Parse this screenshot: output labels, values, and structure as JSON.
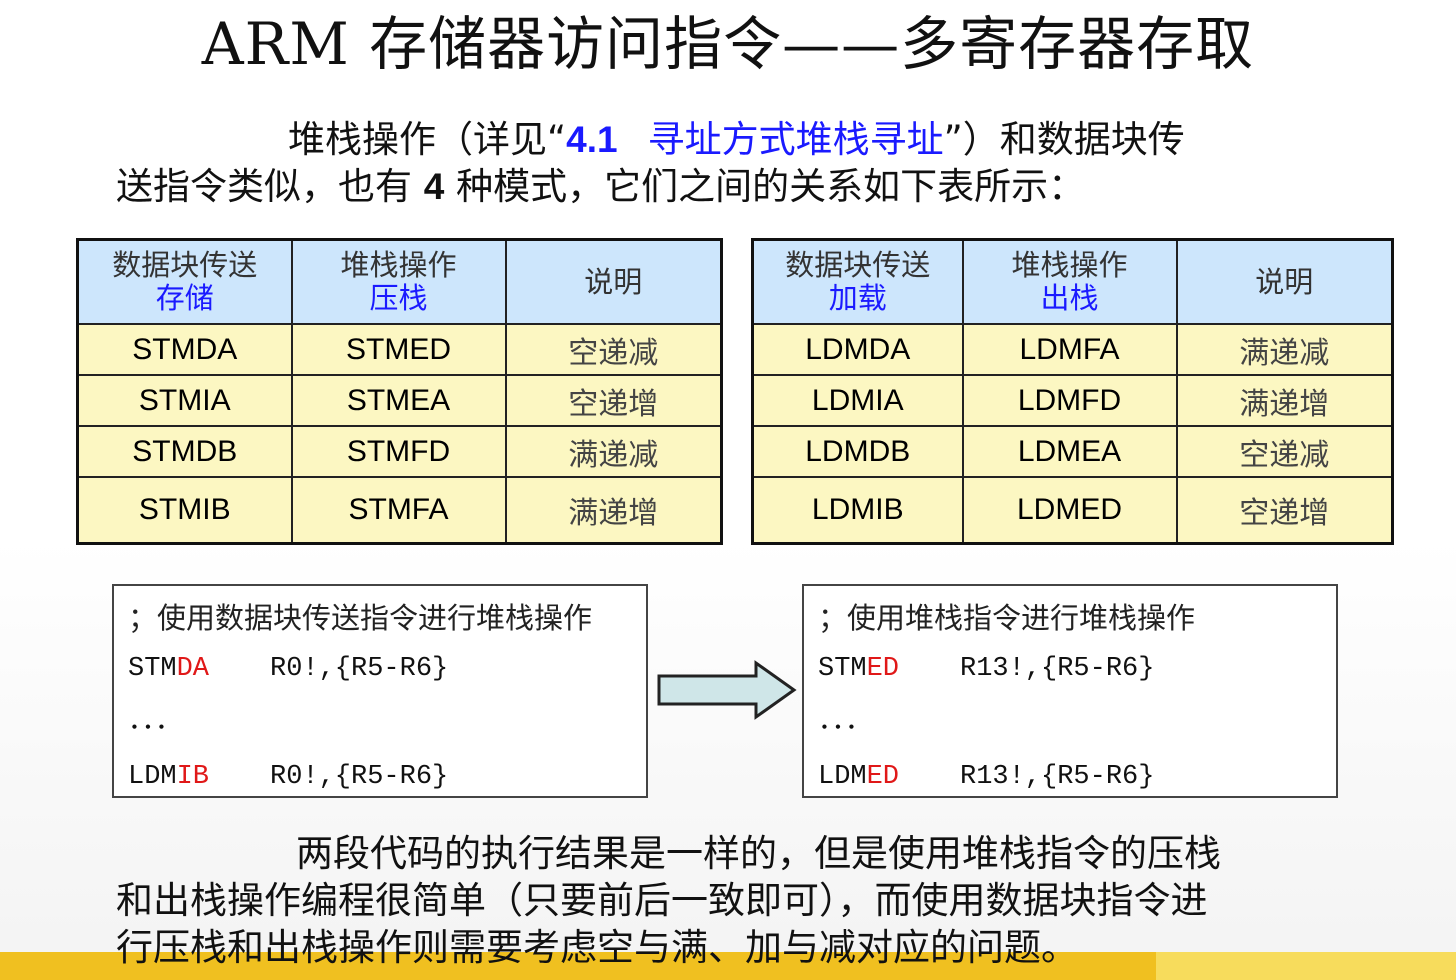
{
  "title": "ARM 存储器访问指令——多寄存器存取",
  "intro": {
    "line1_pre": "堆栈操作（详见“",
    "line1_ref_num": "4.1",
    "line1_ref_text": "寻址方式堆栈寻址",
    "line1_post": "”）和数据块传",
    "line2_pre": "送指令类似，也有 ",
    "line2_num": "4",
    "line2_post": " 种模式，它们之间的关系如下表所示："
  },
  "left_table": {
    "headers": [
      {
        "line1": "数据块传送",
        "line2": "存储"
      },
      {
        "line1": "堆栈操作",
        "line2": "压栈"
      },
      {
        "line1": "说明",
        "line2": ""
      }
    ],
    "rows": [
      [
        "STMDA",
        "STMED",
        "空递减"
      ],
      [
        "STMIA",
        "STMEA",
        "空递增"
      ],
      [
        "STMDB",
        "STMFD",
        "满递减"
      ],
      [
        "STMIB",
        "STMFA",
        "满递增"
      ]
    ]
  },
  "right_table": {
    "headers": [
      {
        "line1": "数据块传送",
        "line2": "加载"
      },
      {
        "line1": "堆栈操作",
        "line2": "出栈"
      },
      {
        "line1": "说明",
        "line2": ""
      }
    ],
    "rows": [
      [
        "LDMDA",
        "LDMFA",
        "满递减"
      ],
      [
        "LDMIA",
        "LDMFD",
        "满递增"
      ],
      [
        "LDMDB",
        "LDMEA",
        "空递减"
      ],
      [
        "LDMIB",
        "LDMED",
        "空递增"
      ]
    ]
  },
  "left_code": {
    "comment": "；使用数据块传送指令进行堆栈操作",
    "line1": {
      "base": "STM",
      "suffix": "DA",
      "operands": "R0!,{R5-R6}"
    },
    "ellipsis": "．．．",
    "line2": {
      "base": "LDM",
      "suffix": "IB",
      "operands": "R0!,{R5-R6}"
    }
  },
  "right_code": {
    "comment": "；使用堆栈指令进行堆栈操作",
    "line1": {
      "base": "STM",
      "suffix": "ED",
      "operands": "R13!,{R5-R6}"
    },
    "ellipsis": "．．．",
    "line2": {
      "base": "LDM",
      "suffix": "ED",
      "operands": "R13!,{R5-R6}"
    }
  },
  "conclusion": {
    "line1": "两段代码的执行结果是一样的，但是使用堆栈指令的压栈",
    "line2": "和出栈操作编程很简单（只要前后一致即可），而使用数据块指令进",
    "line3": "行压栈和出栈操作则需要考虑空与满、加与减对应的问题。"
  },
  "colors": {
    "header_bg": "#cde6fc",
    "row_bg": "#fcf7c2",
    "highlight_blue": "#1a1aff",
    "suffix_red": "#e01818",
    "arrow_fill": "#cfe6e8",
    "bottom_bar": "#f0c020"
  },
  "icons": {
    "arrow": "right-arrow-icon"
  }
}
